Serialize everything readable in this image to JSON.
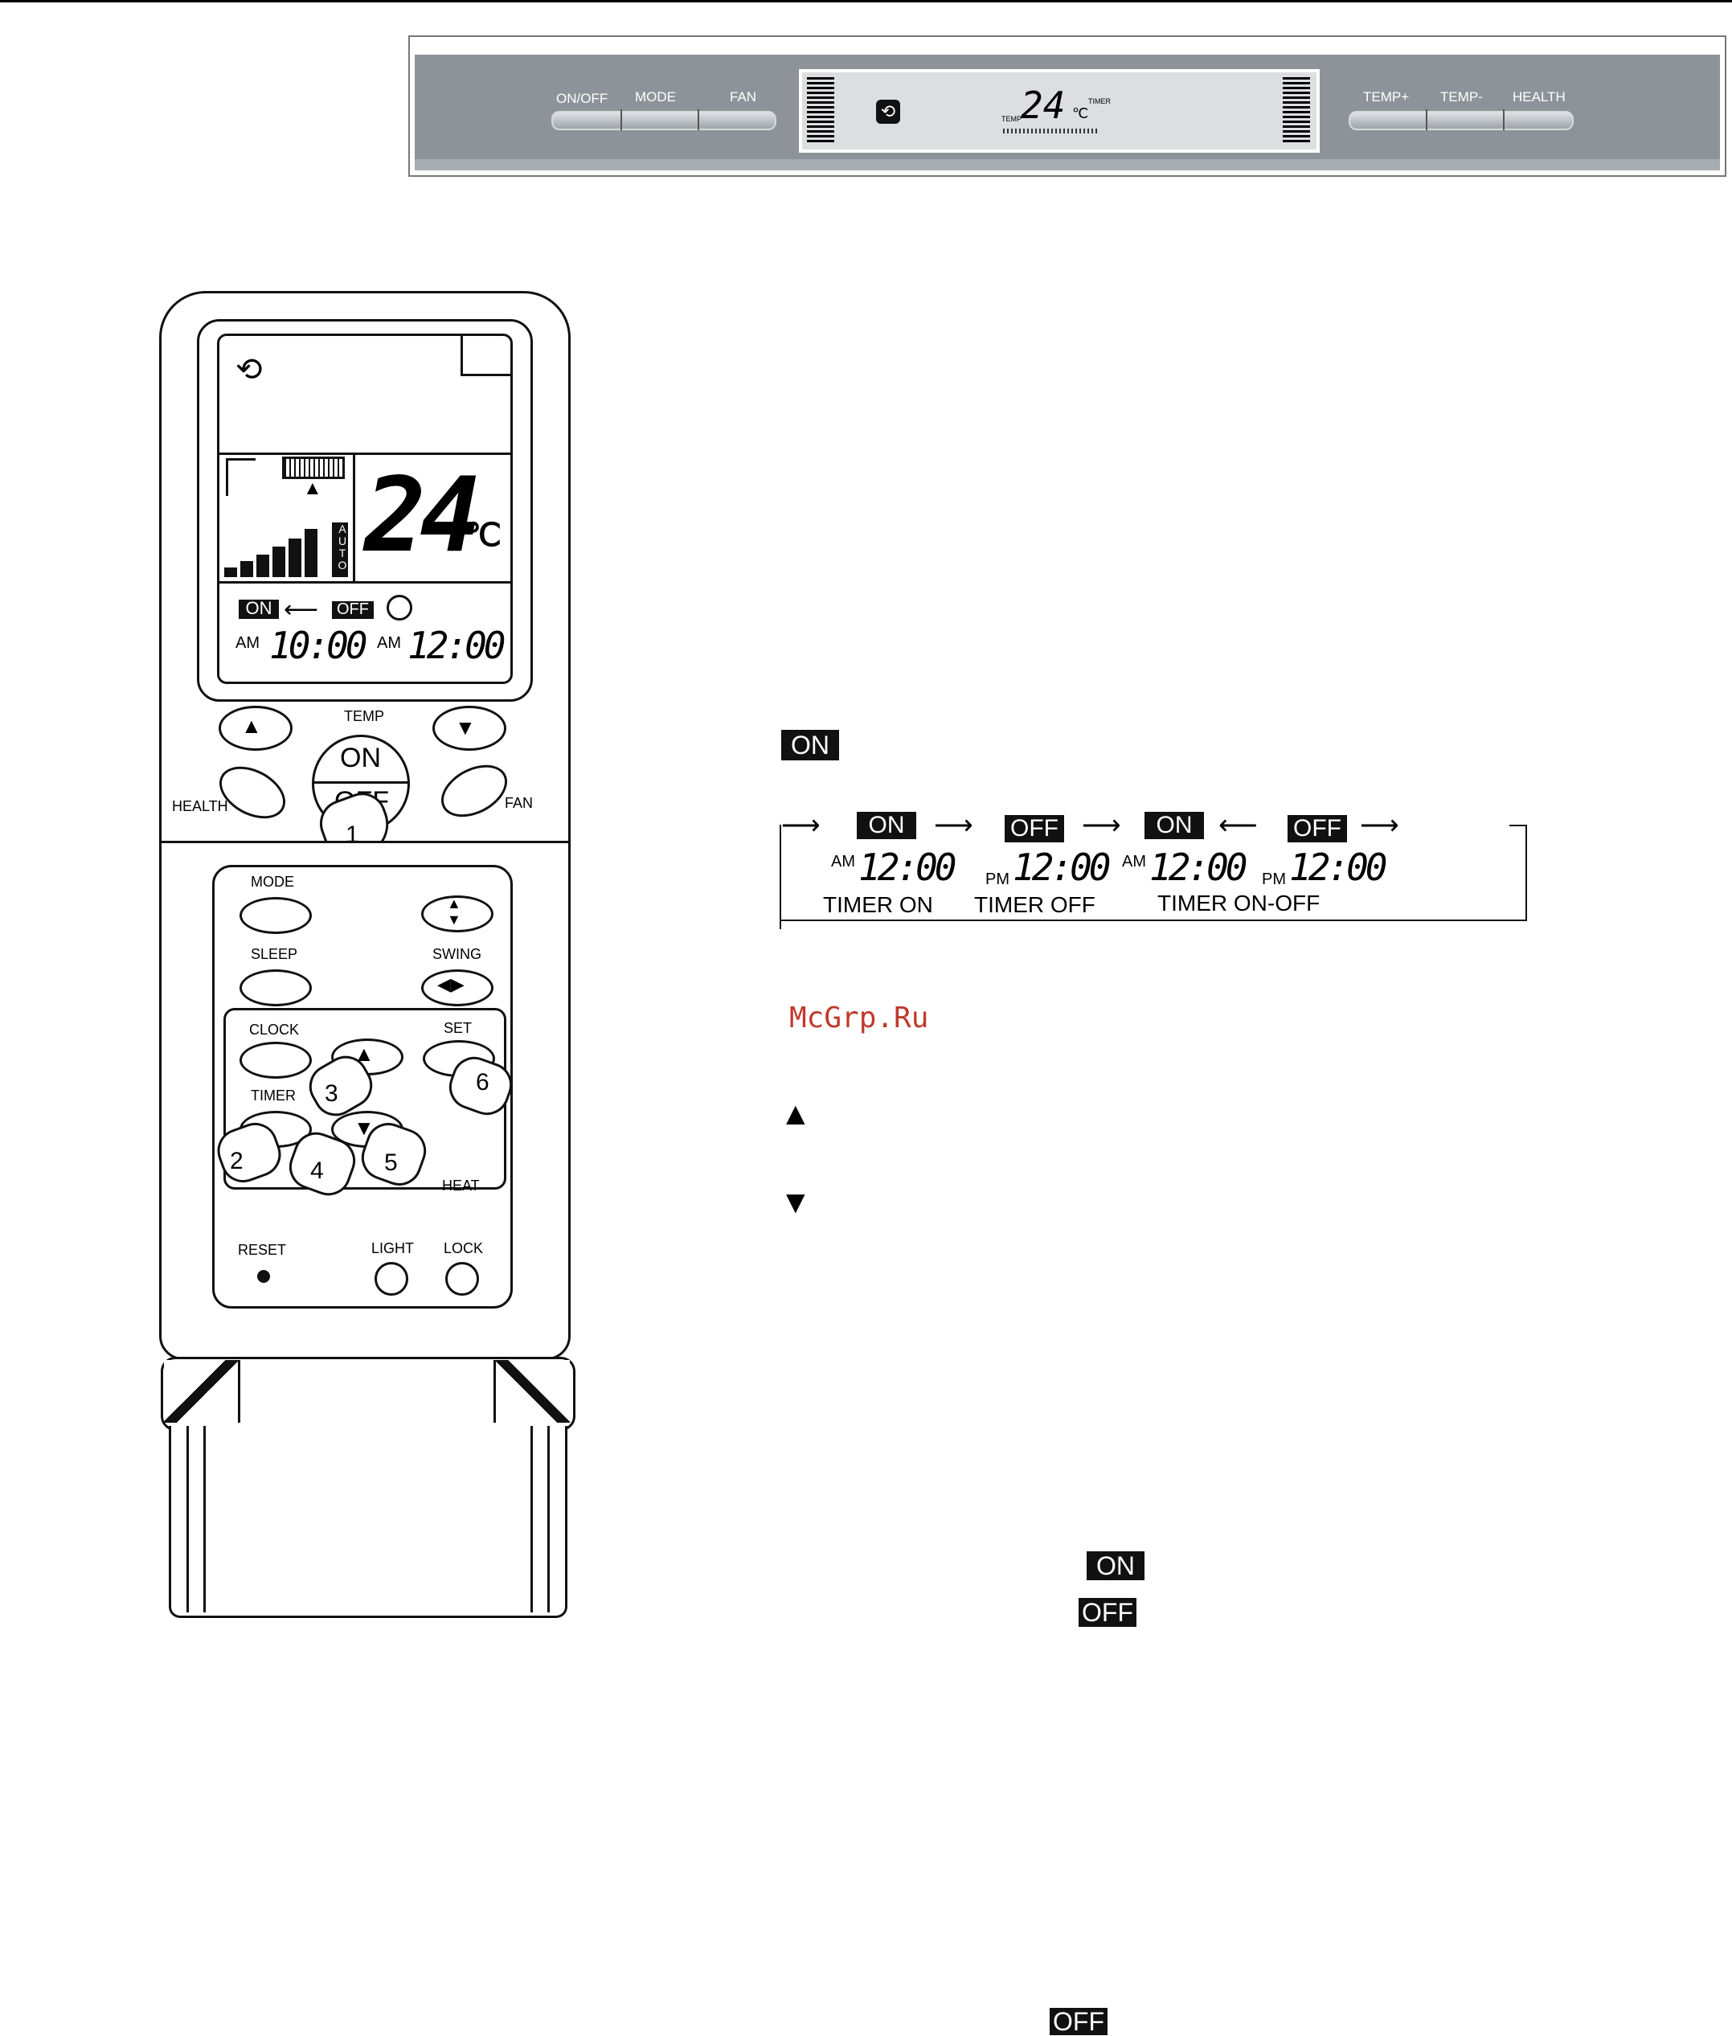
{
  "indoor_panel": {
    "buttons_left": [
      "ON/OFF",
      "MODE",
      "FAN"
    ],
    "buttons_right": [
      "TEMP+",
      "TEMP-",
      "HEALTH"
    ],
    "display": {
      "temp_value": "24",
      "unit": "℃",
      "temp_label": "TEMP",
      "timer_label": "TIMER"
    }
  },
  "remote": {
    "lcd": {
      "temperature": "24",
      "unit": "℃",
      "fan_auto": "AUTO",
      "timer_on_tag": "ON",
      "timer_off_tag": "OFF",
      "time1_period": "AM",
      "time1_value": "10:00",
      "time2_period": "AM",
      "time2_value": "12:00"
    },
    "labels": {
      "temp": "TEMP",
      "on": "ON",
      "off": "OFF",
      "health": "HEALTH",
      "fan": "FAN",
      "mode": "MODE",
      "sleep": "SLEEP",
      "swing": "SWING",
      "clock": "CLOCK",
      "set": "SET",
      "timer": "TIMER",
      "heat": "HEAT",
      "reset": "RESET",
      "light": "LIGHT",
      "lock": "LOCK"
    },
    "steps": [
      "1",
      "2",
      "3",
      "4",
      "5",
      "6"
    ]
  },
  "instructions": {
    "on_badge": "ON",
    "cycle": [
      {
        "badge": "ON",
        "period": "AM",
        "time": "12:00",
        "caption": "TIMER ON"
      },
      {
        "badge": "OFF",
        "period": "PM",
        "time": "12:00",
        "caption": "TIMER OFF"
      },
      {
        "badge": "ON",
        "period": "AM",
        "time": "12:00"
      },
      {
        "badge": "OFF",
        "period": "PM",
        "time": "12:00"
      }
    ],
    "timer_on_off_caption": "TIMER ON-OFF",
    "bottom_badges": {
      "on": "ON",
      "off1": "OFF",
      "off2": "OFF"
    }
  },
  "watermark": "McGrp.Ru"
}
